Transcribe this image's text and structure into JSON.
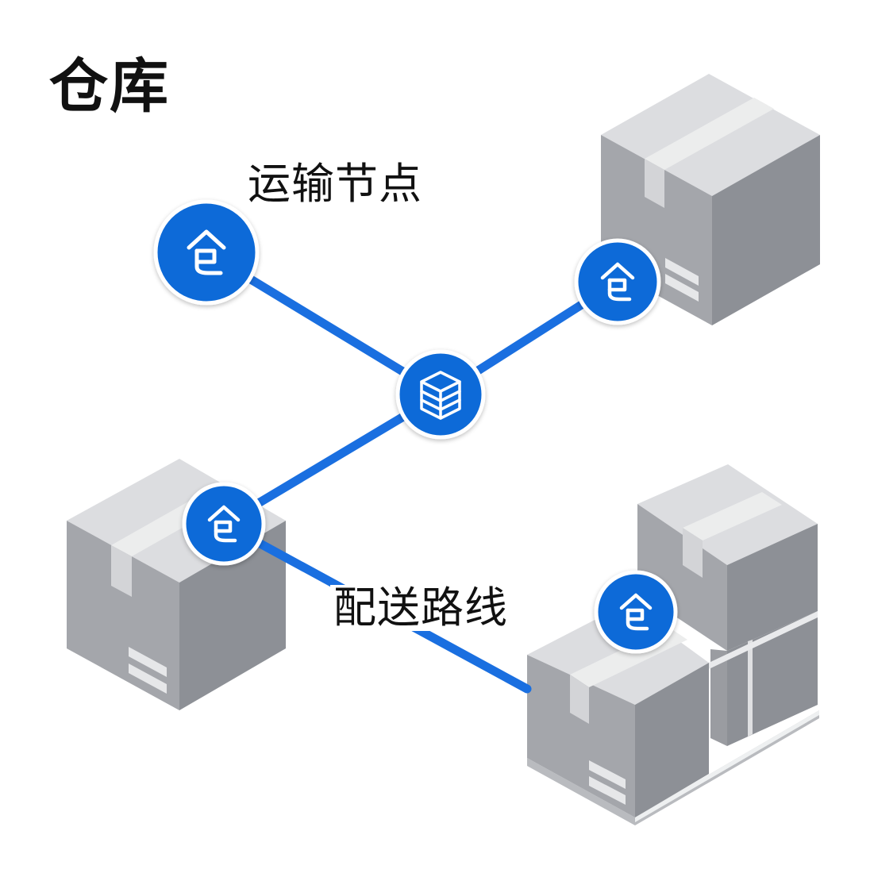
{
  "labels": {
    "title": "仓库",
    "transport_node": "运输节点",
    "delivery_route": "配送路线"
  },
  "icons": {
    "warehouse_node": "warehouse-house-icon",
    "hub_node": "stacked-boxes-icon",
    "box": "cardboard-box"
  },
  "colors": {
    "route_line": "#1a6fe0",
    "node_fill": "#0e6bd8",
    "node_ring": "#ffffff",
    "box_top": "#dcdde0",
    "box_left": "#a4a6ab",
    "box_right": "#8d9096",
    "tape": "#eceded"
  }
}
